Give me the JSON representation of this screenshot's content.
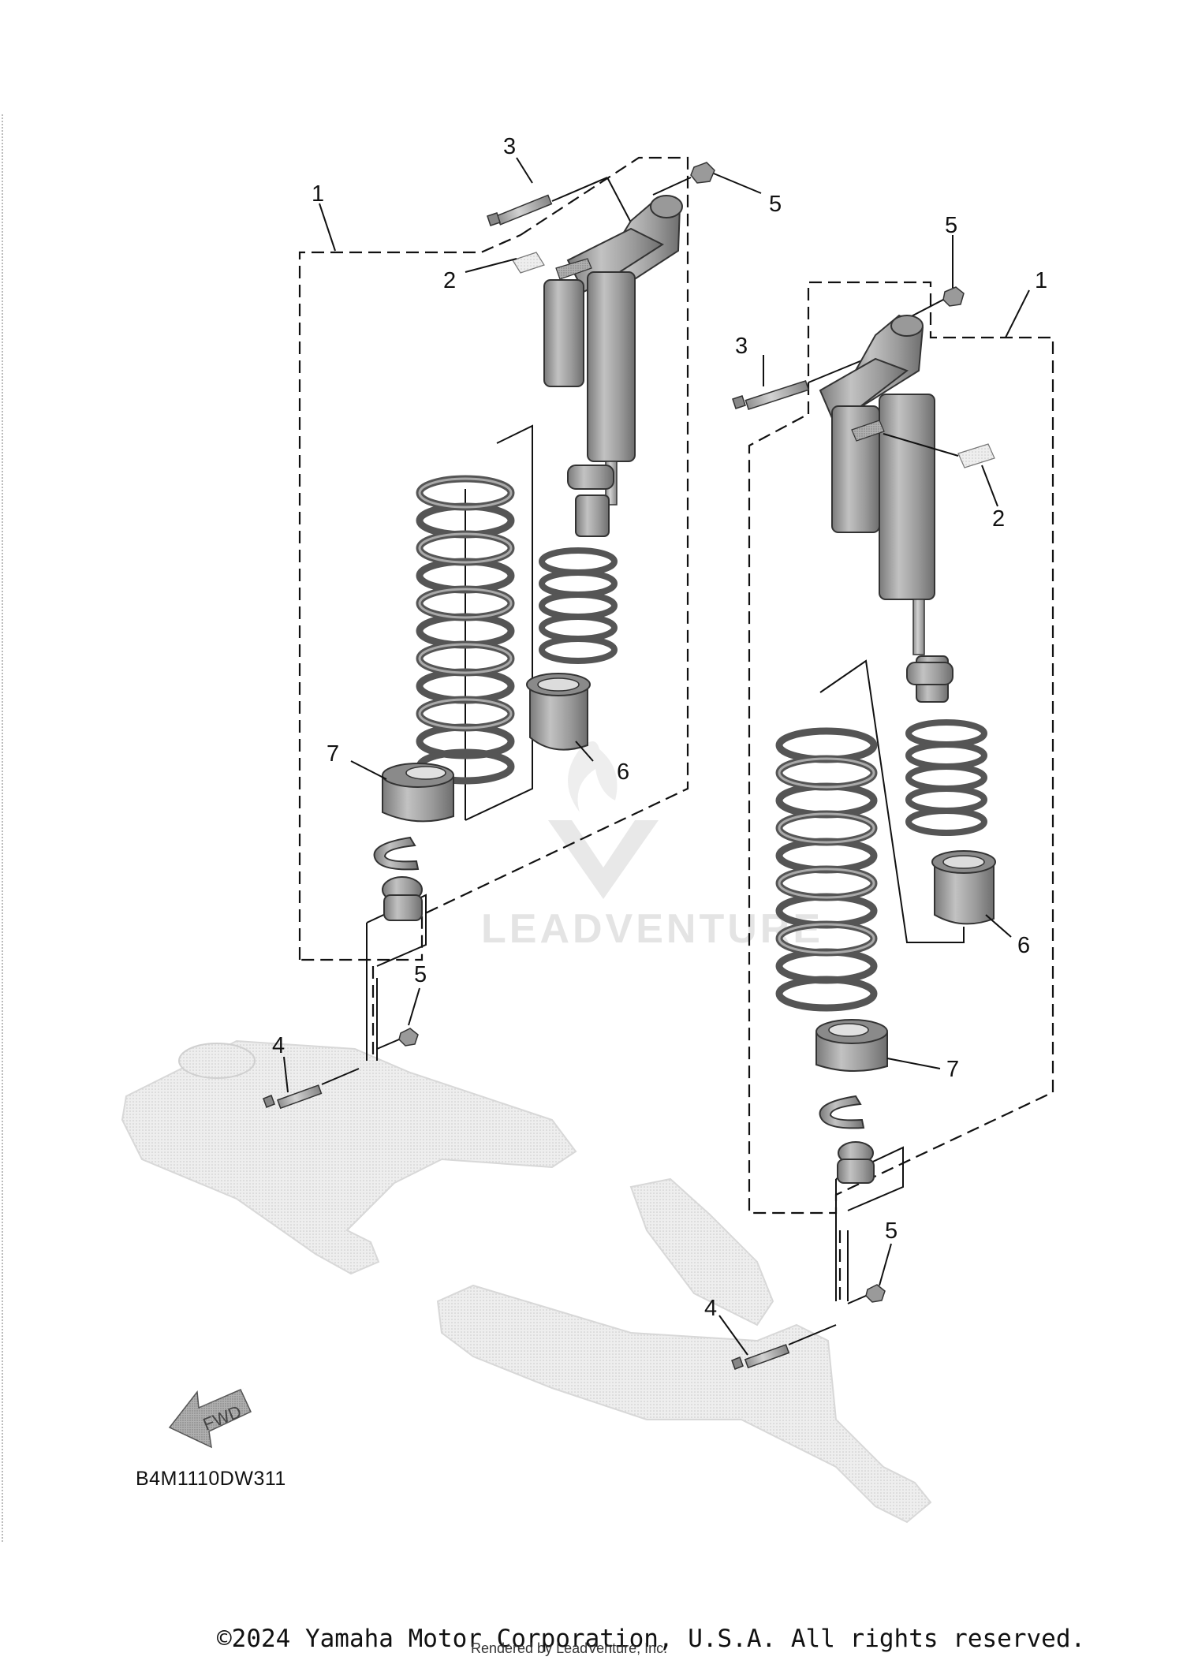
{
  "callouts": {
    "left_1": "1",
    "left_2": "2",
    "left_3": "3",
    "left_4": "4",
    "left_5_top": "5",
    "left_5_bottom": "5",
    "left_6": "6",
    "left_7": "7",
    "right_1": "1",
    "right_2": "2",
    "right_3": "3",
    "right_4": "4",
    "right_5_top": "5",
    "right_5_bottom": "5",
    "right_6": "6",
    "right_7": "7"
  },
  "fwd_label": "FWD",
  "diagram_code": "B4M1110DW311",
  "watermark": "LEADVENTURE",
  "copyright": "©2024 Yamaha Motor Corporation, U.S.A. All rights reserved.",
  "rendered_by": "Rendered by LeadVenture, Inc.",
  "colors": {
    "part_fill": "#a9a9a9",
    "part_dark": "#7c7c7c",
    "arm_fill": "#ececec",
    "line": "#111111"
  }
}
